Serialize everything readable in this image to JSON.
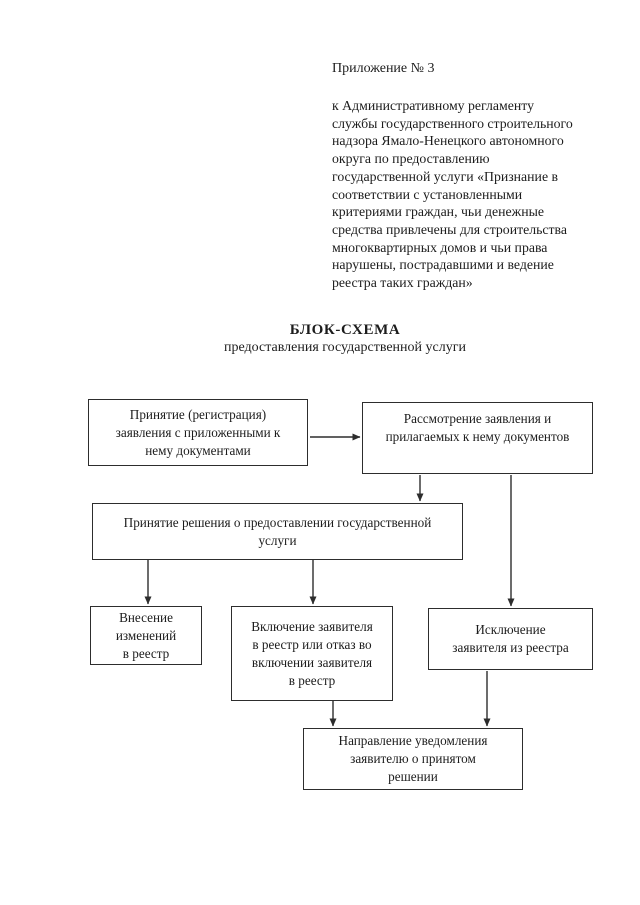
{
  "page": {
    "background": "#ffffff",
    "ink_color": "#1c1c1c",
    "border_color": "#2d2d2d"
  },
  "header": {
    "appendix": "Приложение № 3",
    "reference_lines": [
      "к Административному регламенту",
      "службы государственного строительного",
      "надзора Ямало-Ненецкого автономного",
      "округа по предоставлению",
      "государственной услуги «Признание в",
      "соответствии с установленными",
      "критериями граждан, чьи денежные",
      "средства привлечены для строительства",
      "многоквартирных домов и чьи права",
      "нарушены, пострадавшими и ведение",
      "реестра таких граждан»"
    ]
  },
  "title": {
    "main": "БЛОК-СХЕМА",
    "subtitle": "предоставления государственной услуги"
  },
  "flowchart": {
    "nodes": [
      {
        "id": "accept",
        "lines": [
          "Принятие (регистрация)",
          "заявления с приложенными к",
          "нему документами"
        ]
      },
      {
        "id": "review",
        "lines": [
          "Рассмотрение заявления и",
          "прилагаемых к нему документов"
        ]
      },
      {
        "id": "decision",
        "lines": [
          "Принятие решения о предоставлении государственной",
          "услуги"
        ]
      },
      {
        "id": "amend",
        "lines": [
          "Внесение",
          "изменений",
          "в реестр"
        ]
      },
      {
        "id": "include",
        "lines": [
          "Включение заявителя",
          "в реестр или отказ во",
          "включении заявителя",
          "в реестр"
        ]
      },
      {
        "id": "exclude",
        "lines": [
          "Исключение",
          "заявителя из реестра"
        ]
      },
      {
        "id": "notify",
        "lines": [
          "Направление уведомления",
          "заявителю о принятом",
          "решении"
        ]
      }
    ],
    "edges": [
      {
        "from": "accept",
        "to": "review"
      },
      {
        "from": "review",
        "to": "decision"
      },
      {
        "from": "review",
        "to": "exclude"
      },
      {
        "from": "decision",
        "to": "amend"
      },
      {
        "from": "decision",
        "to": "include"
      },
      {
        "from": "include",
        "to": "notify"
      },
      {
        "from": "exclude",
        "to": "notify"
      }
    ]
  }
}
